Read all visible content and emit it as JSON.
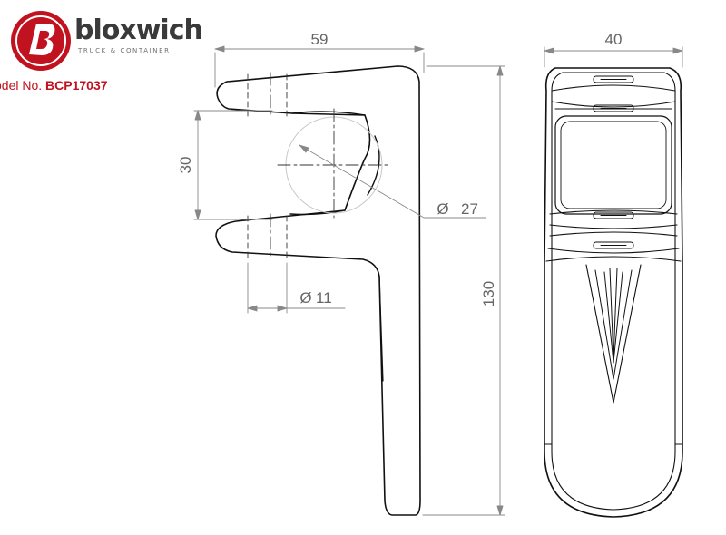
{
  "brand": {
    "name": "bloxwich",
    "tagline": "TRUCK & CONTAINER",
    "colors": {
      "red": "#c1121f",
      "grey": "#3a3a3a"
    }
  },
  "model": {
    "prefix": "odel No.",
    "number": "BCP17037"
  },
  "dimensions": {
    "width_side": "59",
    "width_front": "40",
    "slot_gap": "30",
    "hole_diameter": "27",
    "small_diameter": "11",
    "height": "130",
    "diameter_symbol": "Ø"
  }
}
